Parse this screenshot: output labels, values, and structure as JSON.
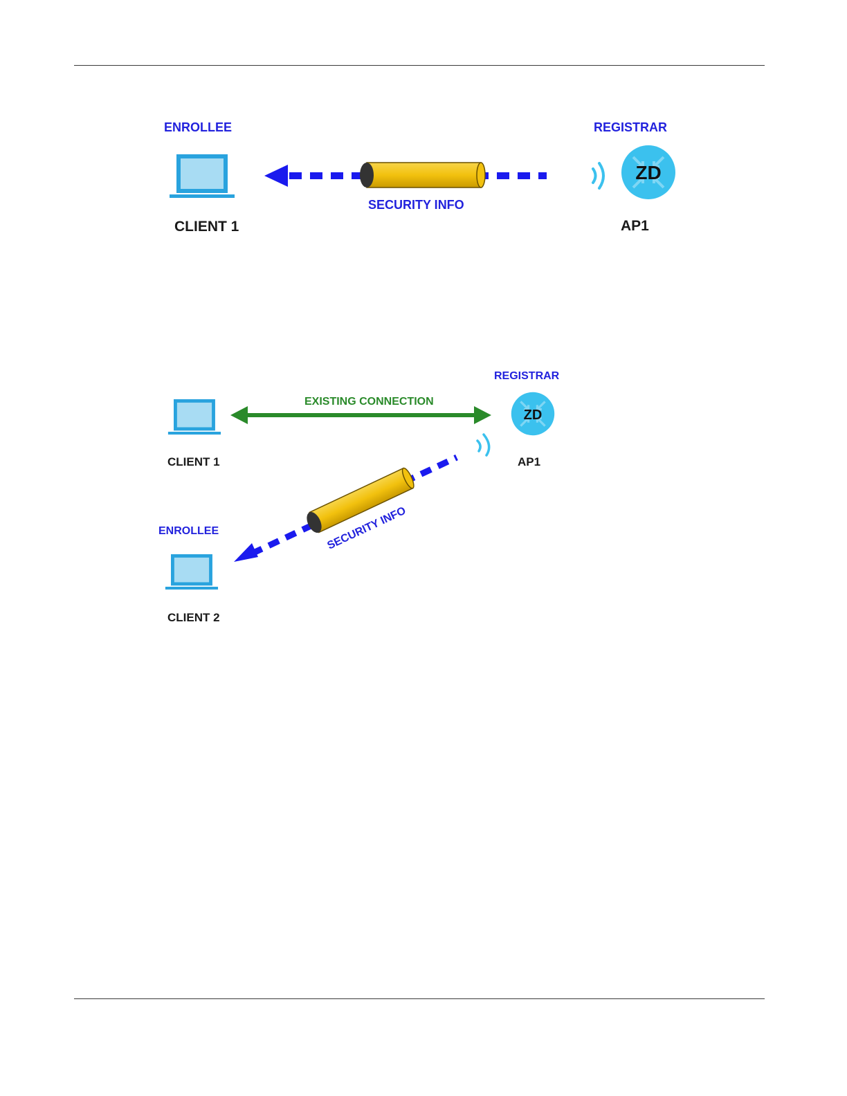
{
  "diagram1": {
    "enrollee_label": "ENROLLEE",
    "registrar_label": "REGISTRAR",
    "security_info_label": "SECURITY INFO",
    "client_label": "CLIENT 1",
    "ap_label": "AP1",
    "ap_badge": "ZD"
  },
  "diagram2": {
    "registrar_label": "REGISTRAR",
    "existing_connection_label": "EXISTING CONNECTION",
    "client1_label": "CLIENT 1",
    "ap_label": "AP1",
    "ap_badge": "ZD",
    "enrollee_label": "ENROLLEE",
    "security_info_label": "SECURITY INFO",
    "client2_label": "CLIENT 2"
  },
  "colors": {
    "label_blue": "#2222dd",
    "connection_green": "#2a8a2a",
    "laptop_blue": "#29a3de",
    "ap_circle": "#3bc1ee",
    "tunnel_yellow": "#f5c518",
    "dashed_blue": "#1a1aee"
  }
}
